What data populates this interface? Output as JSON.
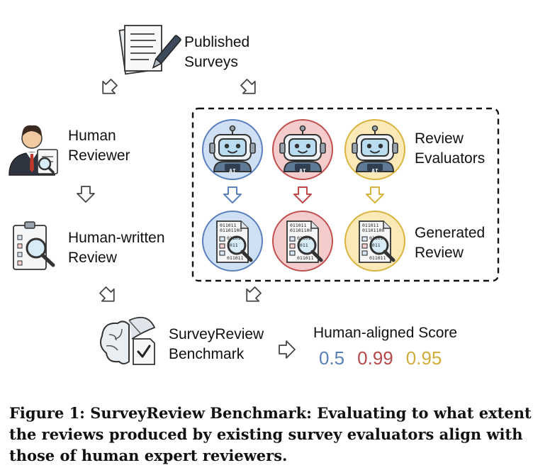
{
  "labels": {
    "published_surveys": [
      "Published",
      "Surveys"
    ],
    "human_reviewer": [
      "Human",
      "Reviewer"
    ],
    "human_written_review": [
      "Human-written",
      "Review"
    ],
    "review_evaluators": [
      "Review",
      "Evaluators"
    ],
    "generated_review": [
      "Generated",
      "Review"
    ],
    "benchmark": [
      "SurveyReview",
      "Benchmark"
    ],
    "score_title": "Human-aligned Score",
    "robot_badge": "AI",
    "code_lines": [
      "011011",
      "01101100",
      "01101",
      "1011",
      "011011"
    ]
  },
  "scores": [
    {
      "value": "0.5",
      "color": "#5b7fb5"
    },
    {
      "value": "0.99",
      "color": "#b5484a"
    },
    {
      "value": "0.95",
      "color": "#cfad3a"
    }
  ],
  "evaluators": [
    {
      "name": "blue",
      "fill": "#cfe0f5",
      "stroke": "#5a80c0",
      "arrow": "#5a80c0"
    },
    {
      "name": "red",
      "fill": "#f5cccc",
      "stroke": "#c05050",
      "arrow": "#c04848"
    },
    {
      "name": "yellow",
      "fill": "#fbeab8",
      "stroke": "#d9b440",
      "arrow": "#d9b440"
    }
  ],
  "caption": "Figure 1: SurveyReview Benchmark: Evaluating to what extent the reviews produced by existing survey evaluators align with those of human expert reviewers."
}
